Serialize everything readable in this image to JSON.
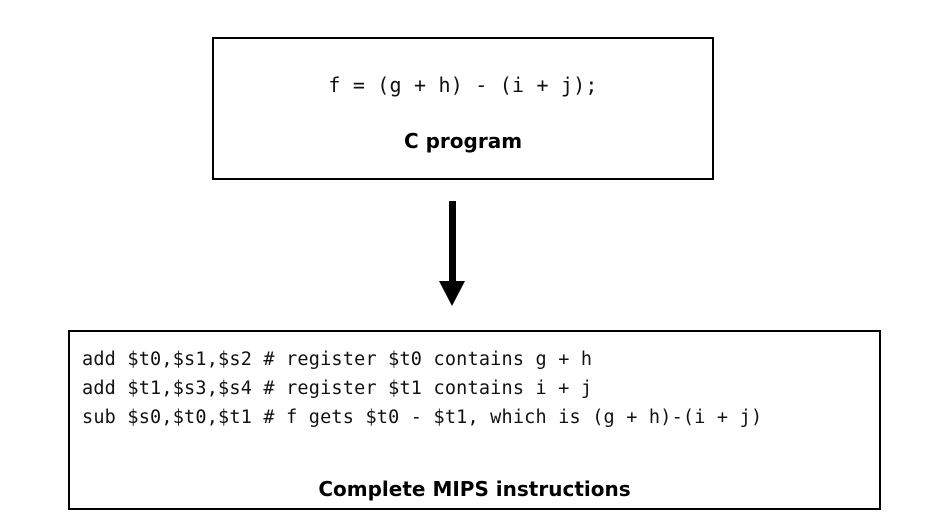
{
  "c_program": {
    "code": "f = (g + h) - (i + j);",
    "caption": "C program"
  },
  "mips": {
    "lines": [
      "add $t0,$s1,$s2 # register $t0 contains g + h",
      "add $t1,$s3,$s4 # register $t1 contains i + j",
      "sub $s0,$t0,$t1 # f gets $t0 - $t1, which is (g + h)-(i + j)"
    ],
    "caption": "Complete MIPS instructions"
  }
}
